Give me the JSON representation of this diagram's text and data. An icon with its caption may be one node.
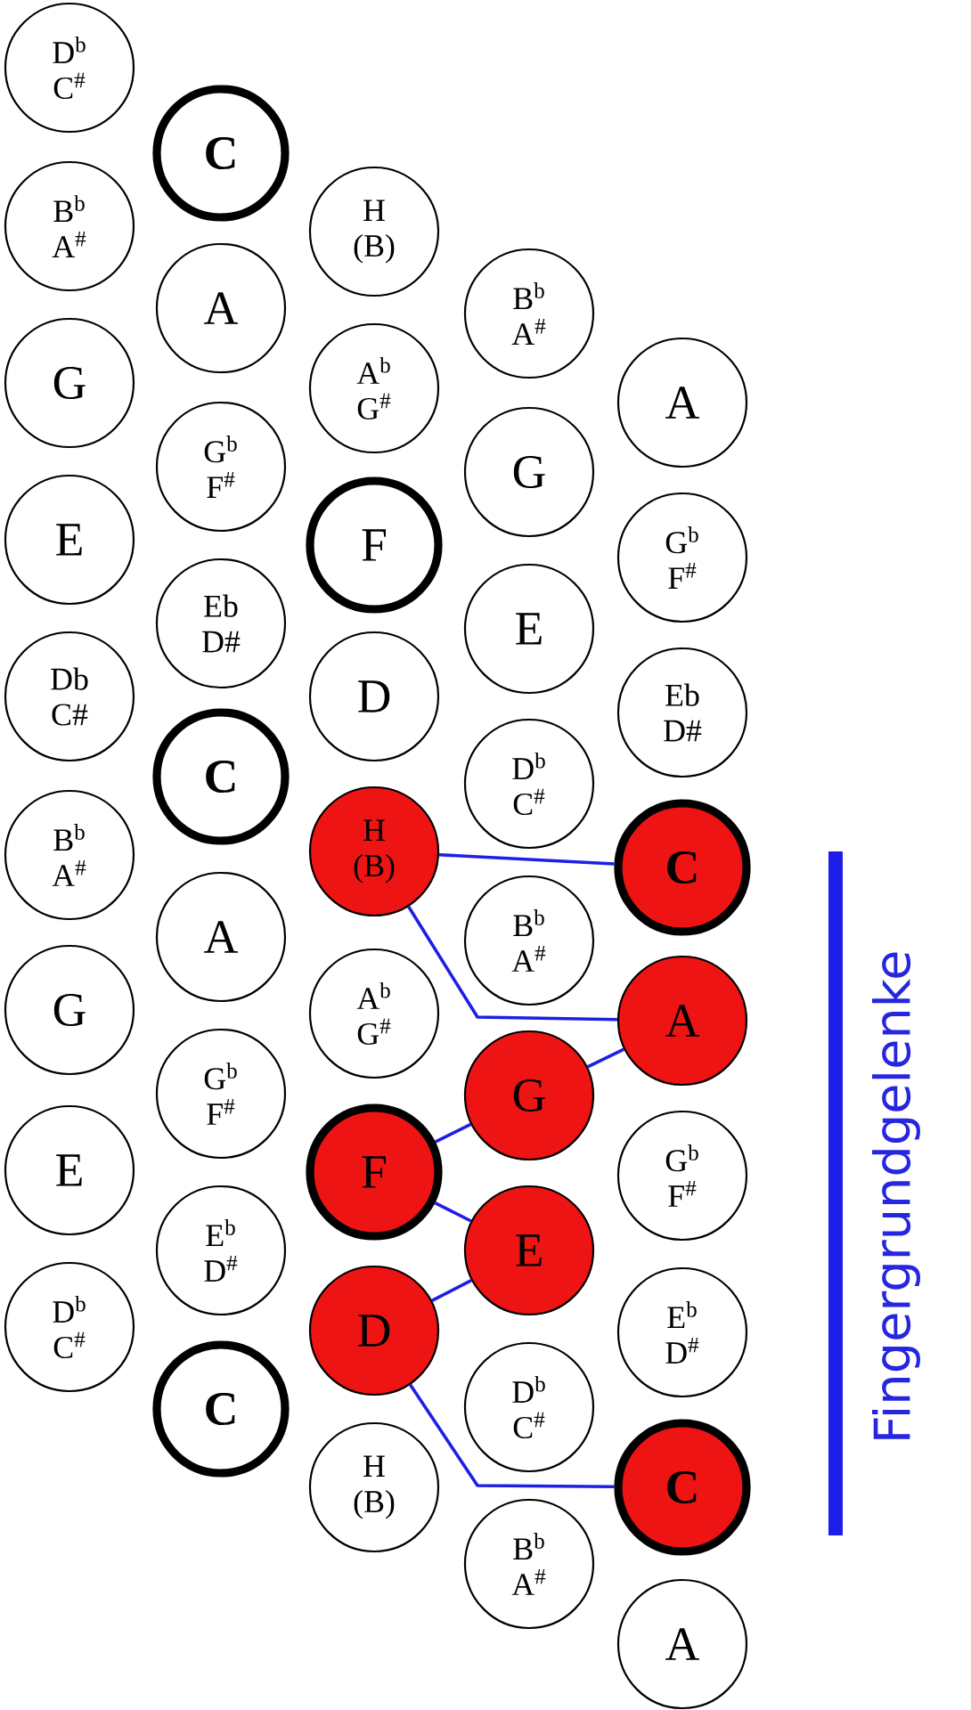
{
  "diagram": {
    "nodes": [
      {
        "text": [
          "D$^{b}$",
          "C$^{#}$"
        ]
      },
      {
        "text": [
          "B$^{b}$",
          "A$^{#}$"
        ]
      },
      {
        "text": [
          "G"
        ]
      },
      {
        "text": [
          "E"
        ]
      },
      {
        "text": [
          "Db",
          "C#"
        ]
      },
      {
        "text": [
          "B$^{b}$",
          "A$^{#}$"
        ]
      },
      {
        "text": [
          "G"
        ]
      },
      {
        "text": [
          "E"
        ]
      },
      {
        "text": [
          "D$^{b}$",
          "C$^{#}$"
        ]
      },
      {
        "text": [
          "C"
        ]
      },
      {
        "text": [
          "A"
        ]
      },
      {
        "text": [
          "G$^{b}$",
          "F$^{#}$"
        ]
      },
      {
        "text": [
          "Eb",
          "D#"
        ]
      },
      {
        "text": [
          "C"
        ]
      },
      {
        "text": [
          "A"
        ]
      },
      {
        "text": [
          "G$^{b}$",
          "F$^{#}$"
        ]
      },
      {
        "text": [
          "E$^{b}$",
          "D$^{#}$"
        ]
      },
      {
        "text": [
          "C"
        ]
      },
      {
        "text": [
          "H",
          "(B)"
        ]
      },
      {
        "text": [
          "A$^{b}$",
          "G$^{#}$"
        ]
      },
      {
        "text": [
          "F"
        ]
      },
      {
        "text": [
          "D"
        ]
      },
      {
        "text": [
          "H",
          "(B)"
        ]
      },
      {
        "text": [
          "A$^{b}$",
          "G$^{#}$"
        ]
      },
      {
        "text": [
          "F"
        ]
      },
      {
        "text": [
          "D"
        ]
      },
      {
        "text": [
          "H",
          "(B)"
        ]
      },
      {
        "text": [
          "B$^{b}$",
          "A$^{#}$"
        ]
      },
      {
        "text": [
          "G"
        ]
      },
      {
        "text": [
          "E"
        ]
      },
      {
        "text": [
          "D$^{b}$",
          "C$^{#}$"
        ]
      },
      {
        "text": [
          "B$^{b}$",
          "A$^{#}$"
        ]
      },
      {
        "text": [
          "G"
        ]
      },
      {
        "text": [
          "E"
        ]
      },
      {
        "text": [
          "D$^{b}$",
          "C$^{#}$"
        ]
      },
      {
        "text": [
          "B$^{b}$",
          "A$^{#}$"
        ]
      },
      {
        "text": [
          "A"
        ]
      },
      {
        "text": [
          "G$^{b}$",
          "F$^{#}$"
        ]
      },
      {
        "text": [
          "Eb",
          "D#"
        ]
      },
      {
        "text": [
          "C"
        ]
      },
      {
        "text": [
          "A"
        ]
      },
      {
        "text": [
          "G$^{b}$",
          "F$^{#}$"
        ]
      },
      {
        "text": [
          "E$^{b}$",
          "D$^{#}$"
        ]
      },
      {
        "text": [
          "C"
        ]
      },
      {
        "text": [
          "A"
        ]
      }
    ],
    "edges": [
      {
        "from": 43,
        "to": 25,
        "arrow": "none"
      },
      {
        "from": 25,
        "to": 33,
        "arrow": "none"
      },
      {
        "from": 33,
        "to": 24,
        "arrow": "none"
      },
      {
        "from": 24,
        "to": 32,
        "arrow": "none"
      },
      {
        "from": 32,
        "to": 40,
        "arrow": "none"
      },
      {
        "from": 40,
        "to": 22,
        "arrow": "none"
      },
      {
        "from": 22,
        "to": 39,
        "arrow": "none"
      }
    ],
    "labels": [
      "Fingergrundgelenke"
    ]
  }
}
